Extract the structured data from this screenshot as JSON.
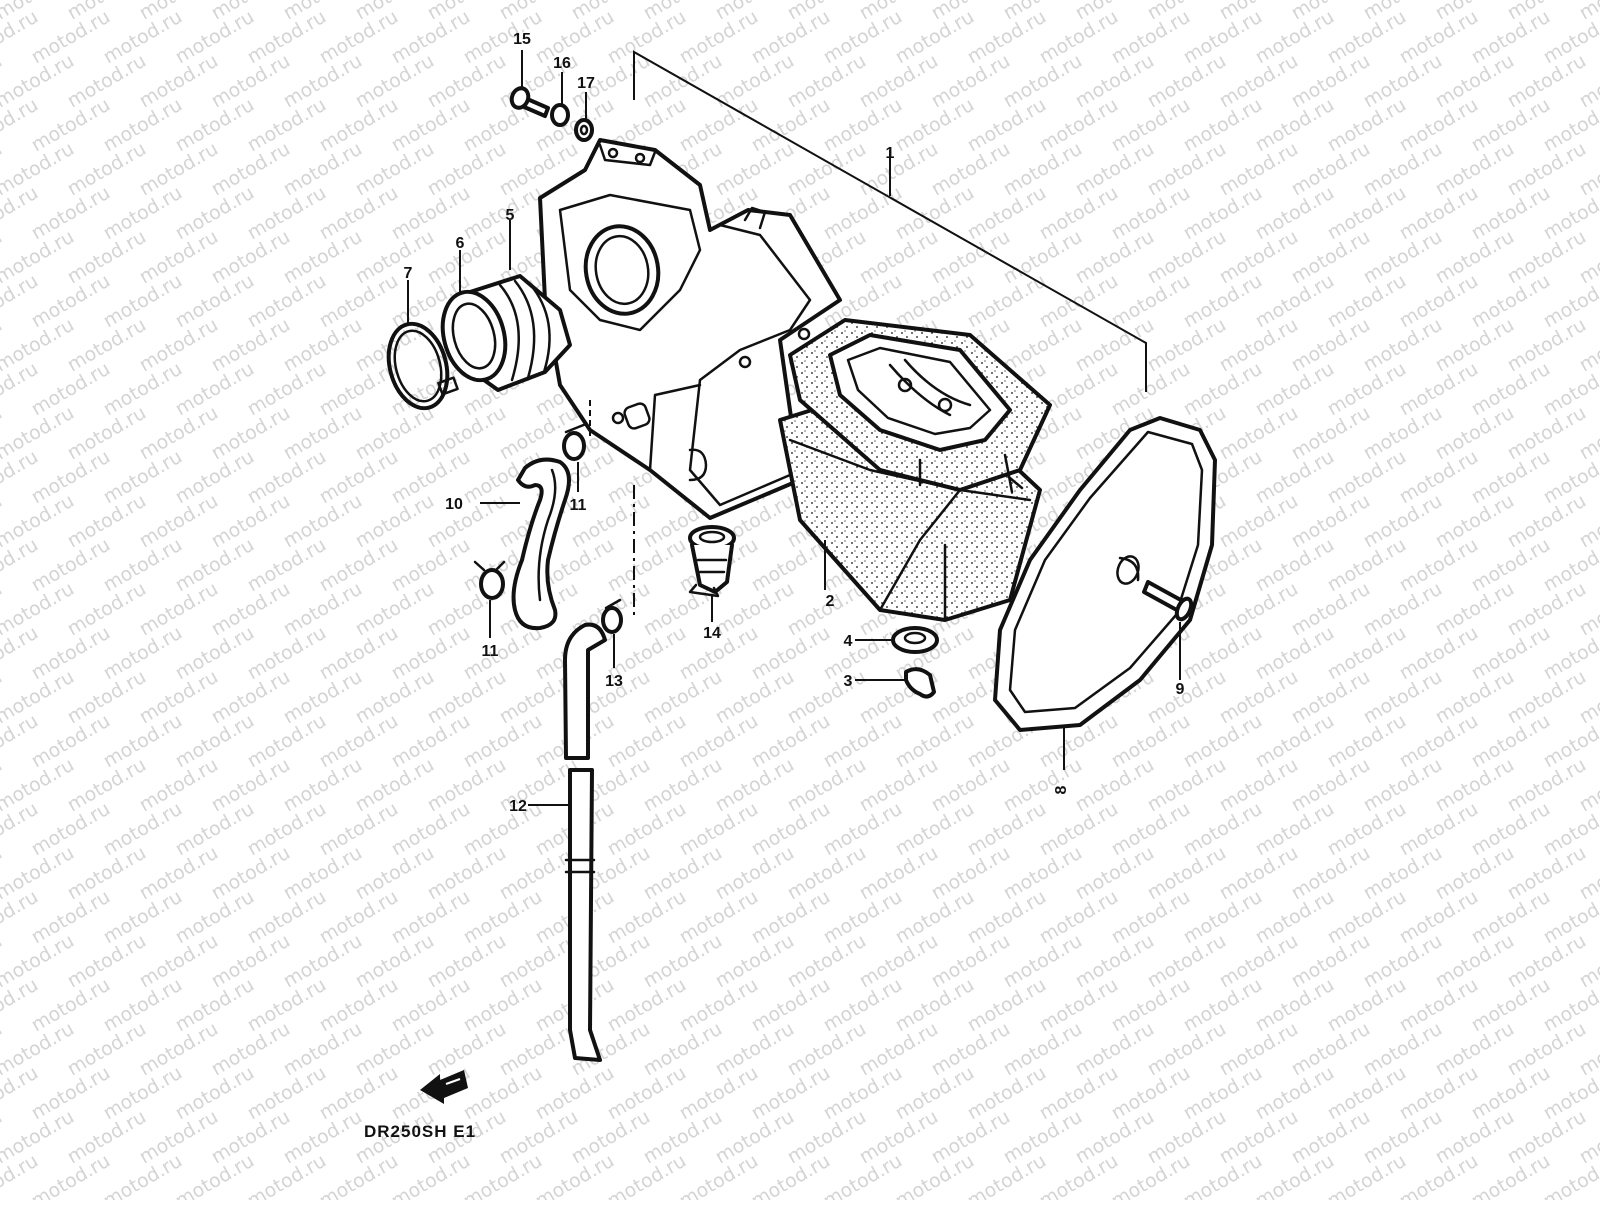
{
  "watermark": "motod.ru",
  "model_code": "DR250SH E1",
  "callouts": [
    "1",
    "2",
    "3",
    "4",
    "5",
    "6",
    "7",
    "8",
    "9",
    "10",
    "11",
    "11",
    "12",
    "13",
    "14",
    "15",
    "16",
    "17"
  ],
  "colors": {
    "ink": "#111111",
    "watermark": "#d4d4d4",
    "background": "#ffffff"
  },
  "icons": {
    "front": "front-direction-arrow-icon"
  }
}
